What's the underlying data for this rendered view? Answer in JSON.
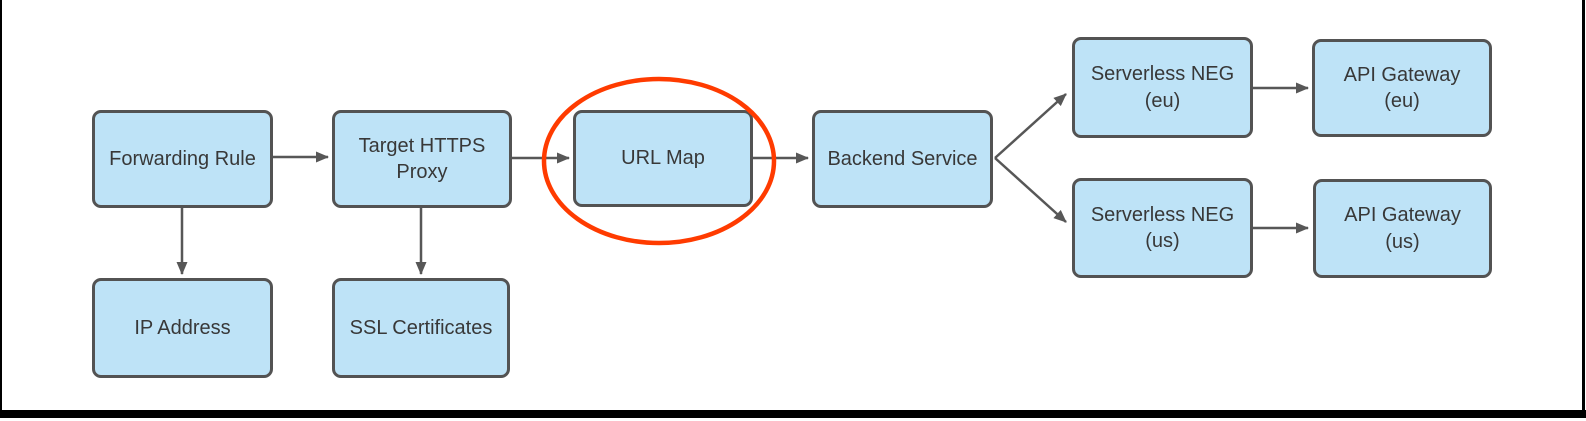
{
  "diagram": {
    "type": "flowchart",
    "highlight": {
      "shape": "ellipse",
      "target": "URL Map",
      "color": "#ff3b00"
    },
    "colors": {
      "node_fill": "#bee3f7",
      "node_border": "#535353",
      "node_text": "#383838",
      "arrow": "#575757",
      "highlight": "#ff3b00",
      "frame": "#000000",
      "background": "#ffffff"
    },
    "nodes": [
      {
        "id": "forwarding-rule",
        "label": "Forwarding Rule"
      },
      {
        "id": "target-https-proxy",
        "label": "Target HTTPS\nProxy"
      },
      {
        "id": "url-map",
        "label": "URL Map"
      },
      {
        "id": "backend-service",
        "label": "Backend Service"
      },
      {
        "id": "serverless-neg-eu",
        "label": "Serverless NEG\n(eu)"
      },
      {
        "id": "api-gateway-eu",
        "label": "API Gateway\n(eu)"
      },
      {
        "id": "serverless-neg-us",
        "label": "Serverless NEG\n(us)"
      },
      {
        "id": "api-gateway-us",
        "label": "API Gateway\n(us)"
      },
      {
        "id": "ip-address",
        "label": "IP Address"
      },
      {
        "id": "ssl-certificates",
        "label": "SSL Certificates"
      }
    ],
    "edges": [
      {
        "from": "Forwarding Rule",
        "to": "Target HTTPS Proxy"
      },
      {
        "from": "Target HTTPS Proxy",
        "to": "URL Map"
      },
      {
        "from": "URL Map",
        "to": "Backend Service"
      },
      {
        "from": "Backend Service",
        "to": "Serverless NEG (eu)"
      },
      {
        "from": "Backend Service",
        "to": "Serverless NEG (us)"
      },
      {
        "from": "Serverless NEG (eu)",
        "to": "API Gateway (eu)"
      },
      {
        "from": "Serverless NEG (us)",
        "to": "API Gateway (us)"
      },
      {
        "from": "Forwarding Rule",
        "to": "IP Address"
      },
      {
        "from": "Target HTTPS Proxy",
        "to": "SSL Certificates"
      }
    ]
  }
}
